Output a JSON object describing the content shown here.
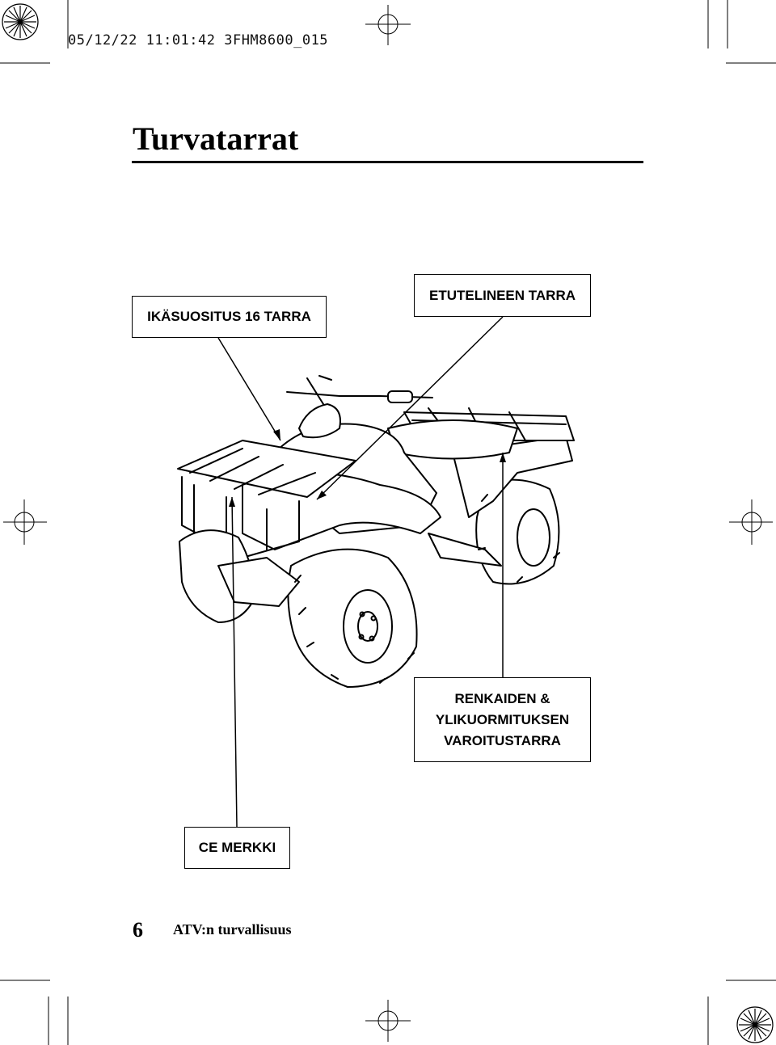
{
  "print_stamp": "05/12/22 11:01:42 3FHM8600_015",
  "title": "Turvatarrat",
  "labels": {
    "age_recommendation": "IKÄSUOSITUS 16 TARRA",
    "front_rack": "ETUTELINEEN TARRA",
    "tire_overload": [
      "RENKAIDEN &",
      "YLIKUORMITUKSEN",
      "VAROITUSTARRA"
    ],
    "ce_mark": "CE MERKKI"
  },
  "footer": {
    "page_number": "6",
    "section": "ATV:n turvallisuus"
  }
}
